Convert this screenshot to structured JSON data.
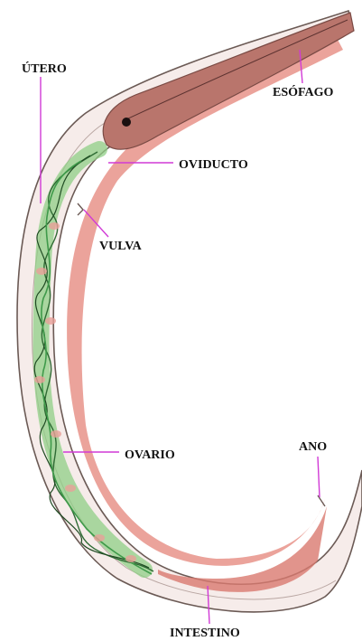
{
  "labels": {
    "utero": "ÚTERO",
    "esofago": "ESÓFAGO",
    "oviducto": "OVIDUCTO",
    "vulva": "VULVA",
    "ovario": "OVARIO",
    "ano": "ANO",
    "intestino": "INTESTINO"
  },
  "colors": {
    "body_outline": "#6b5a55",
    "body_fill": "#f6ecea",
    "intestine": "#e8938a",
    "esophagus": "#b9756c",
    "ovary_green": "#3f9a4a",
    "ovary_light": "#8fcf86",
    "callout_line": "#d13ad6",
    "label_text": "#111111"
  }
}
